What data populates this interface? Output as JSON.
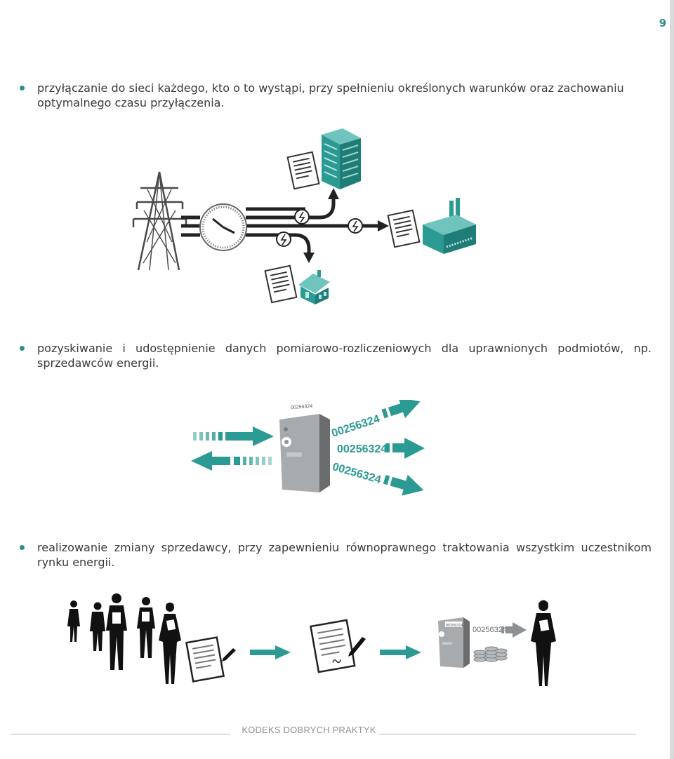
{
  "page_number": "9",
  "bullets": [
    {
      "text": "przyłączanie do sieci każdego, kto o to wystąpi, przy spełnieniu określonych warunków oraz zachowaniu optymalnego czasu przyłączenia."
    },
    {
      "text": "pozyskiwanie i udostępnienie danych pomiarowo-rozliczeniowych dla uprawnionych podmiotów, np. sprzedawców energii."
    },
    {
      "text": "realizowanie zmiany sprzedawcy, przy zapewnieniu równoprawnego traktowania wszystkim uczestnikom rynku energii."
    }
  ],
  "meter": {
    "display": "00256324",
    "stream_labels": [
      "00256324",
      "00256324",
      "00256324"
    ]
  },
  "seller_change": {
    "meter_display": "00256324",
    "arrow_label": "00256324"
  },
  "footer": {
    "label": "KODEKS DOBRYCH PRAKTYK"
  },
  "colors": {
    "teal": "#2a9a92",
    "dark": "#3a3a3a",
    "grey": "#9a9da0"
  }
}
